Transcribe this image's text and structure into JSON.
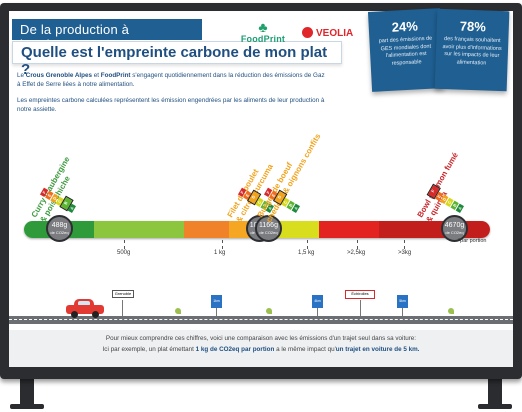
{
  "header": {
    "banner_title": "De la production à l'assiette...",
    "main_question": "Quelle est l'empreinte carbone de mon plat ?"
  },
  "logos": {
    "foodprint": "FoodPrint",
    "veolia": "VEOLIA"
  },
  "stat_cards": [
    {
      "value": "24%",
      "text": "part des émissions de GES mondiales dont l'alimentation est responsable"
    },
    {
      "value": "78%",
      "text": "des français souhaitent avoir plus d'informations sur les impacts de leur alimentation"
    }
  ],
  "intro": {
    "p1_before": "Le ",
    "p1_brand1": "Crous Grenoble Alpes",
    "p1_and": " et ",
    "p1_brand2": "FoodPrint",
    "p1_after": " s'engagent  quotidiennement dans la réduction des émissions de Gaz à Effet de Serre liées à notre alimentation.",
    "p2": "Les empreintes carbone calculées représentent les émission engendrées par les aliments de leur production à notre assiette."
  },
  "dishes": [
    {
      "name_line1": "Curry d'aubergine",
      "name_line2": "& pois chiche",
      "value": "488g",
      "unit": "de CO2eq",
      "grade": "B",
      "color": "#3d9a3f"
    },
    {
      "name_line1": "Filet de poulet",
      "name_line2": "& citron curcuma",
      "value": "1079g",
      "unit": "de CO2eq",
      "grade": "D",
      "color": "#f2a31c"
    },
    {
      "name_line1": "Burger de boeuf",
      "name_line2": "cheddar & oignons confits",
      "value": "1166g",
      "unit": "de CO2eq",
      "grade": "D",
      "color": "#f2a31c"
    },
    {
      "name_line1": "Bowl saumon fumé",
      "name_line2": "& quinoa",
      "value": "4670g",
      "unit": "de CO2eq",
      "grade": "F",
      "color": "#c8262b"
    }
  ],
  "grade_scale": [
    "A",
    "B",
    "C",
    "D",
    "E",
    "F"
  ],
  "grade_colors": [
    "#1e8a3c",
    "#5cb531",
    "#d6d81c",
    "#f2a31c",
    "#ef6c1f",
    "#d62a2b"
  ],
  "bar_colors": [
    "#f0832a",
    "#f5a623",
    "#d8de1d",
    "#e3231f",
    "#c21f1c",
    "#a5191a"
  ],
  "ticks": [
    "500g",
    "1 kg",
    "1,5 kg",
    ">2,5kg",
    ">3kg"
  ],
  "per_portion": "*par portion",
  "road_signs": {
    "start": "Grenoble",
    "km1": "1km",
    "city": "Échirolles",
    "km4": "4km",
    "km5": "5km"
  },
  "bottom": {
    "line1": "Pour mieux comprendre ces chiffres, voici une comparaison avec les émissions d'un trajet seul dans sa voiture:",
    "line2_before": "Ici par exemple, un plat émettant ",
    "line2_bold1": "1 kg de CO2eq par portion",
    "line2_mid": " a le même impact qu'",
    "line2_bold2": "un trajet en voiture de 5 km."
  }
}
